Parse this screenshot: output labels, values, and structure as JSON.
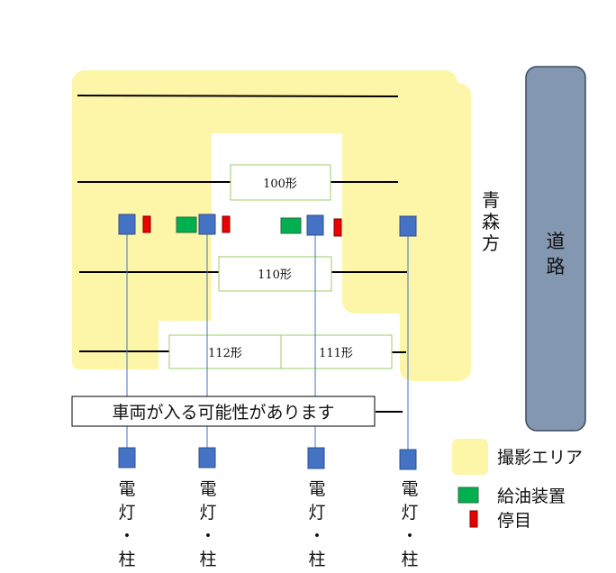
{
  "colors": {
    "photo_area": "#fdf6a8",
    "road": "#8497b0",
    "road_stroke": "#3b4a5e",
    "fuel": "#00b050",
    "stop": "#ee0000",
    "pole": "#4472c4",
    "pole_line": "#4472c4",
    "box_stroke": "#9ccc65"
  },
  "road": {
    "label": "道路"
  },
  "direction": {
    "label": "青森方"
  },
  "tracks": {
    "label_100": "100形",
    "label_110": "110形",
    "label_112": "112形",
    "label_111": "111形"
  },
  "notice": {
    "text": "車両が入る可能性があります"
  },
  "pole_caption": "電灯・柱",
  "legend": {
    "photo_area": "撮影エリア",
    "fuel": "給油装置",
    "stop": "停目"
  },
  "icons": {
    "fuel": "green-square",
    "stop": "red-bar",
    "pole": "blue-square"
  }
}
